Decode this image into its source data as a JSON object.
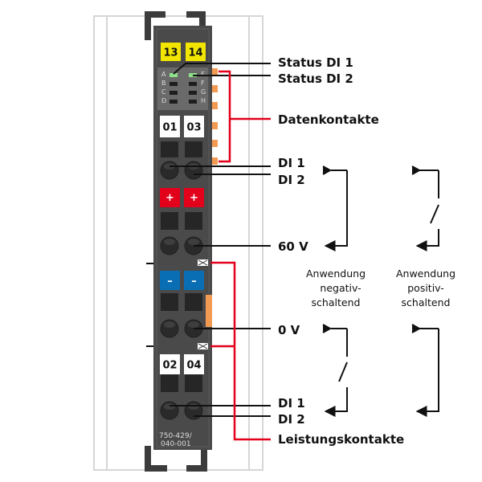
{
  "terminals": {
    "top_left": "13",
    "top_right": "14",
    "upper_left": "01",
    "upper_right": "03",
    "plus_left": "+",
    "plus_right": "+",
    "minus_left": "–",
    "minus_right": "–",
    "lower_left": "02",
    "lower_right": "04"
  },
  "led_letters": {
    "left": [
      "A",
      "B",
      "C",
      "D"
    ],
    "right": [
      "E",
      "F",
      "G",
      "H"
    ]
  },
  "part_number": {
    "line1": "750-429/",
    "line2": "040-001"
  },
  "labels": {
    "status_di1": "Status DI 1",
    "status_di2": "Status DI 2",
    "datenkontakte": "Datenkontakte",
    "di1_upper": "DI 1",
    "di2_upper": "DI 2",
    "v60": "60 V",
    "v0": "0 V",
    "di1_lower": "DI 1",
    "di2_lower": "DI 2",
    "leistungskontakte": "Leistungskontakte"
  },
  "applications": {
    "negative": [
      "Anwendung",
      "negativ-",
      "schaltend"
    ],
    "positive": [
      "Anwendung",
      "positiv-",
      "schaltend"
    ]
  },
  "colors": {
    "module_body": "#4a4a4a",
    "label_yellow": "#f2e600",
    "plus_red": "#e2001a",
    "minus_blue": "#0a6eb4",
    "line_red": "#e2001a",
    "contact_orange": "#f39a52"
  }
}
